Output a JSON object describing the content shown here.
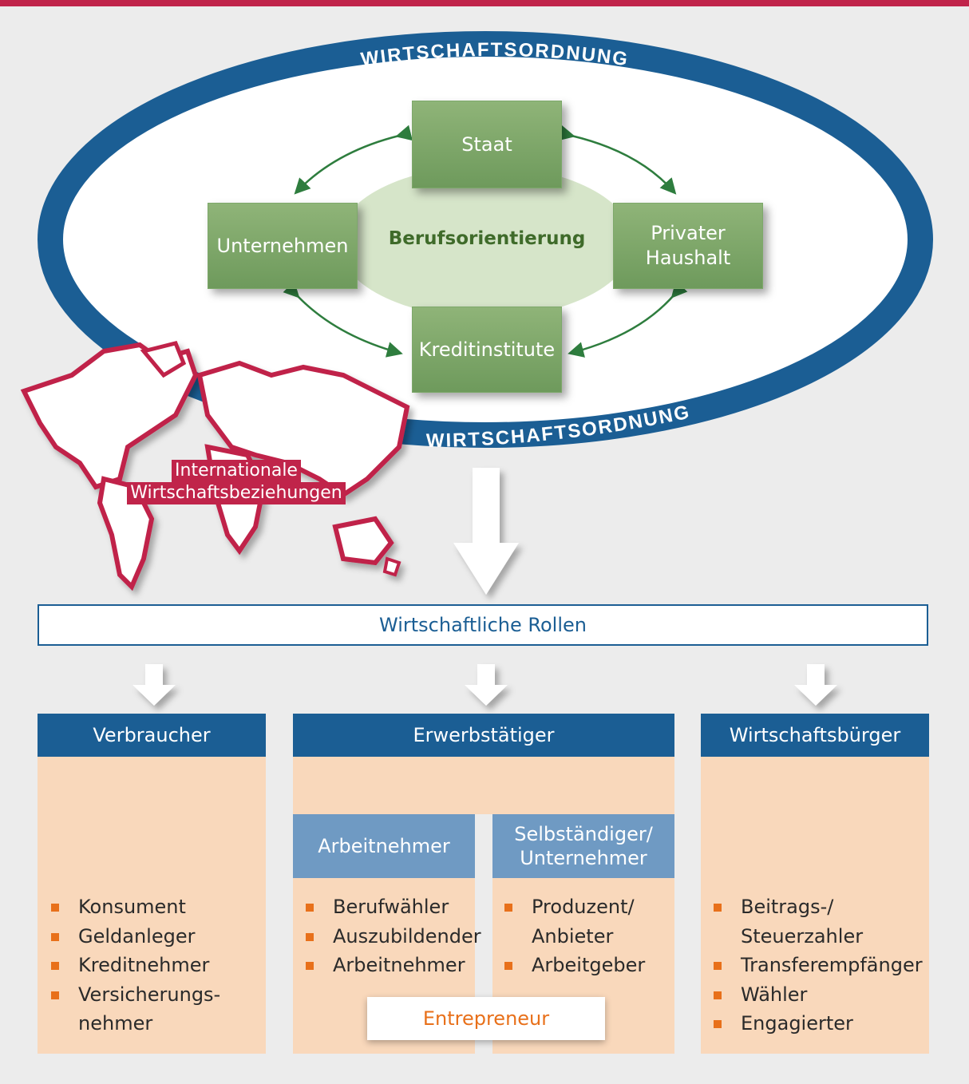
{
  "colors": {
    "top_bar": "#c0244a",
    "ring_blue": "#1b5e94",
    "box_green": "#7aa666",
    "header_blue": "#1b5e94",
    "subheader_blue": "#6f9ac3",
    "body_peach": "#f9d8bb",
    "bullet_orange": "#e8701a",
    "map_red": "#c0244a"
  },
  "ring": {
    "label_top": "WIRTSCHAFTSORDNUNG",
    "label_bottom": "WIRTSCHAFTSORDNUNG"
  },
  "cycle": {
    "center": "Berufsorientierung",
    "top": "Staat",
    "left": "Unternehmen",
    "right_line1": "Privater",
    "right_line2": "Haushalt",
    "bottom": "Kreditinstitute"
  },
  "map": {
    "line1": "Internationale",
    "line2": "Wirtschaftsbeziehungen",
    "icon": "world-map-icon"
  },
  "roles": {
    "title": "Wirtschaftliche Rollen"
  },
  "columns": {
    "consumer": {
      "header": "Verbraucher",
      "items": [
        "Konsument",
        "Geldanleger",
        "Kreditnehmer",
        "Versicherungs-",
        "nehmer"
      ]
    },
    "employed": {
      "header": "Erwerbstätiger",
      "employee": {
        "header": "Arbeitnehmer",
        "items": [
          "Berufwähler",
          "Auszubildender",
          "Arbeitnehmer"
        ]
      },
      "selfemployed": {
        "header_line1": "Selbständiger/",
        "header_line2": "Unternehmer",
        "items": [
          "Produzent/",
          "Anbieter",
          "Arbeitgeber"
        ]
      },
      "entrepreneur": "Entrepreneur"
    },
    "citizen": {
      "header": "Wirtschaftsbürger",
      "items": [
        "Beitrags-/",
        "Steuerzahler",
        "Transferempfänger",
        "Wähler",
        "Engagierter"
      ]
    }
  }
}
